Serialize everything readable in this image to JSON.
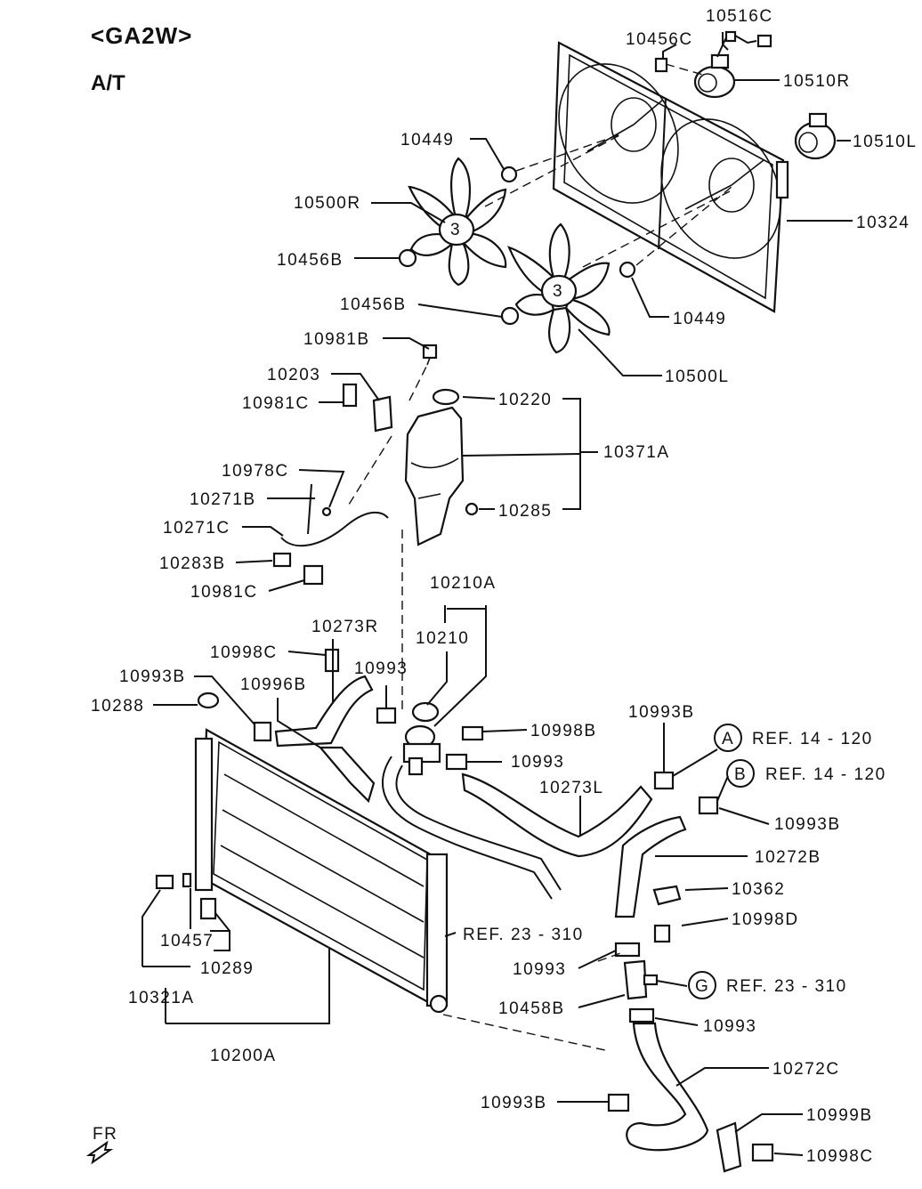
{
  "header": {
    "model": "<GA2W>",
    "transmission": "A/T"
  },
  "front_marker": "FR",
  "circle_refs": [
    {
      "letter": "A",
      "ref": "REF. 14 - 120"
    },
    {
      "letter": "B",
      "ref": "REF. 14 - 120"
    },
    {
      "letter": "G",
      "ref": "REF. 23 - 310"
    }
  ],
  "parts": [
    "10516C",
    "10456C",
    "10510R",
    "10510L",
    "10449",
    "10324",
    "10500R",
    "10456B",
    "10456B",
    "10449",
    "10500L",
    "10981B",
    "10203",
    "10220",
    "10981C",
    "10371A",
    "10978C",
    "10271B",
    "10285",
    "10271C",
    "10283B",
    "10981C",
    "10210A",
    "10273R",
    "10210",
    "10998C",
    "10993",
    "10993B",
    "10996B",
    "10288",
    "10998B",
    "10993B",
    "10993",
    "10273L",
    "10993B",
    "10272B",
    "10362",
    "10998D",
    "10457",
    "10289",
    "REF. 23 - 310",
    "10993",
    "10321A",
    "10458B",
    "10993",
    "10200A",
    "10272C",
    "10993B",
    "10999B",
    "10998C"
  ]
}
